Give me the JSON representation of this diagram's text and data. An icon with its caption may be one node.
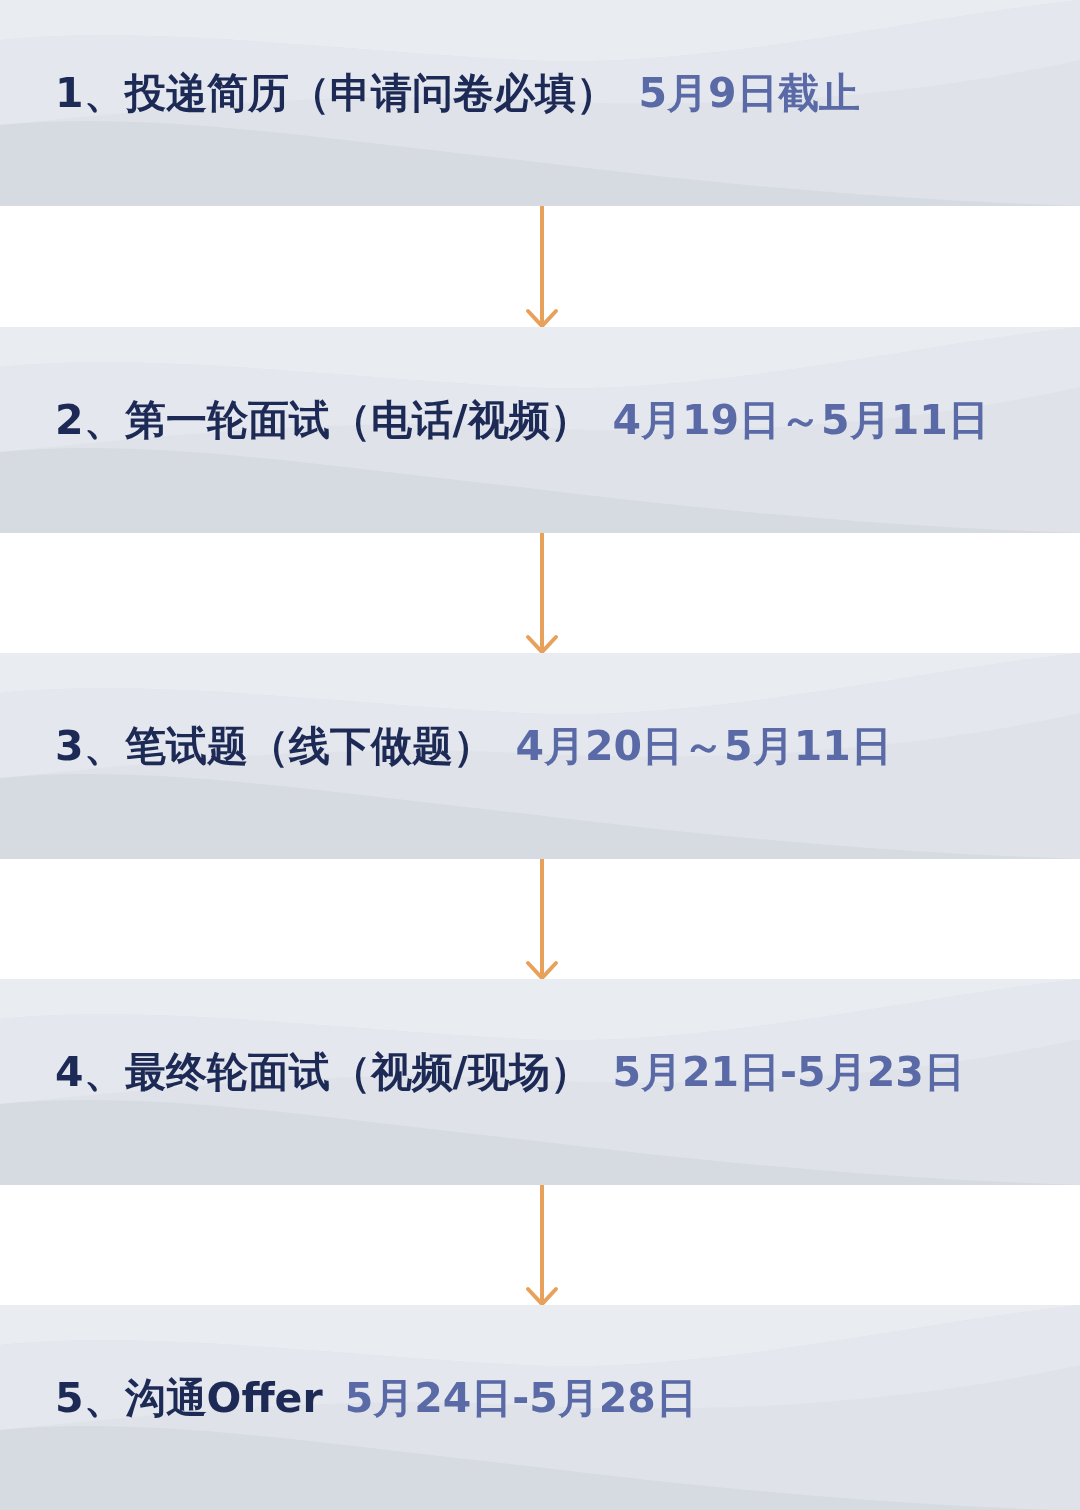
{
  "diagram": {
    "nodes": [
      {
        "text": [
          "1、投递简历（申请问卷必填）",
          "5月9日截止"
        ]
      },
      {
        "text": [
          "2、第一轮面试（电话/视频）",
          "4月19日～5月11日"
        ]
      },
      {
        "text": [
          "3、笔试题（线下做题）",
          "4月20日～5月11日"
        ]
      },
      {
        "text": [
          "4、最终轮面试（视频/现场）",
          "5月21日-5月23日"
        ]
      },
      {
        "text": [
          "5、沟通Offer",
          "5月24日-5月28日"
        ]
      }
    ],
    "edges": [
      {
        "from": 0,
        "to": 1,
        "arrow": "to"
      },
      {
        "from": 1,
        "to": 2,
        "arrow": "to"
      },
      {
        "from": 2,
        "to": 3,
        "arrow": "to"
      },
      {
        "from": 3,
        "to": 4,
        "arrow": "to"
      }
    ]
  }
}
